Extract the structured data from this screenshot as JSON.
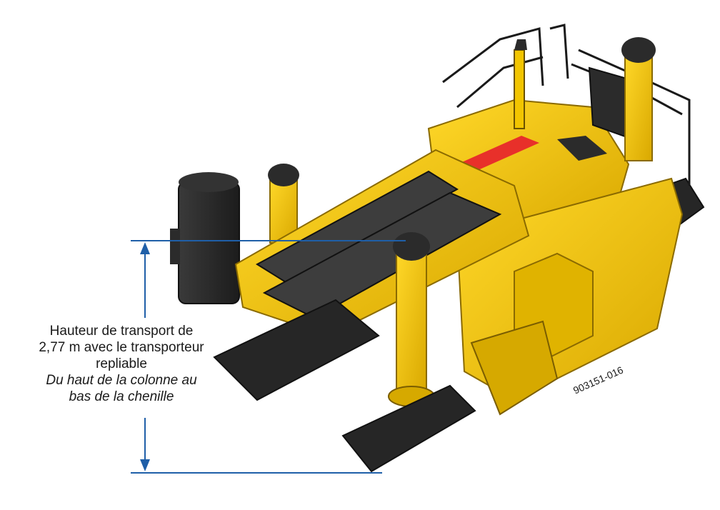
{
  "annotation": {
    "line1": "Hauteur de transport de",
    "line2": "2,77 m avec le transporteur",
    "line3": "repliable",
    "line4": "Du haut de la colonne au",
    "line5": "bas de la chenille"
  },
  "part_number": "903151-016",
  "colors": {
    "machine_yellow": "#f2c500",
    "machine_shadow": "#c79a00",
    "track_black": "#2b2b2b",
    "belt_gray": "#3d3d3d",
    "warning_red": "#e8302a",
    "dimension_blue": "#1f5fa8"
  }
}
